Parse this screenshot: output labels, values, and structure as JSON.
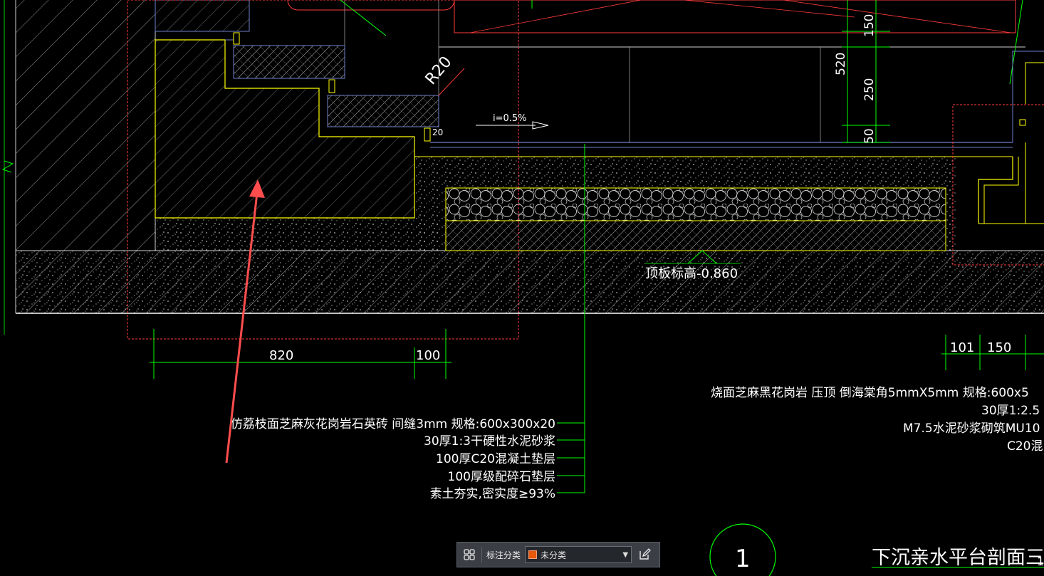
{
  "drawing": {
    "radius_label": "R20",
    "slope_label": "i=0.5%",
    "gap_label": "20",
    "dim_520": "520",
    "dim_150_top": "150",
    "dim_250": "250",
    "dim_50": "50",
    "elevation_label": "顶板标高-0.860",
    "dim_820": "820",
    "dim_100": "100",
    "dim_101": "101",
    "dim_150_right": "150",
    "left_notes": [
      "仿荔枝面芝麻灰花岗岩石英砖  间缝3mm  规格:600x300x20",
      "30厚1:3干硬性水泥砂浆",
      "100厚C20混凝土垫层",
      "100厚级配碎石垫层",
      "素土夯实,密实度≥93%"
    ],
    "right_notes": [
      "烧面芝麻黑花岗岩  压顶  倒海棠角5mmX5mm  规格:600x5",
      "30厚1:2.5",
      "M7.5水泥砂浆砌筑MU10",
      "C20混"
    ],
    "section_number": "1",
    "section_title": "下沉亲水平台剖面三",
    "page_marker": "1"
  },
  "toolbar": {
    "label": "标注分类",
    "selected": "未分类",
    "swatch_color": "#e8590c"
  },
  "colors": {
    "background": "#000000",
    "outline_yellow": "#ffff00",
    "leader_green": "#00ff00",
    "hatch_white": "#cfcfcf",
    "boundary_red": "#ff3b3b",
    "arrow_red": "#ff4d4d",
    "detail_blue": "#6f7fc8"
  }
}
